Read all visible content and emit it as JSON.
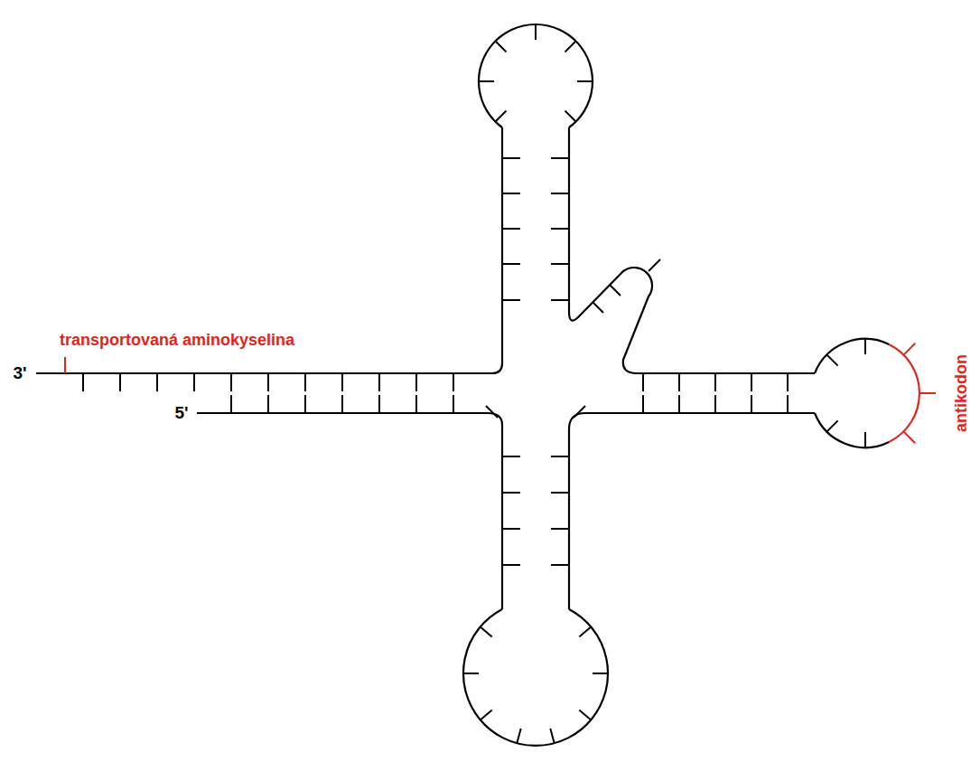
{
  "diagram": {
    "labels": [
      "3'",
      "transportovaná aminokyselina",
      "5'",
      "antikodon"
    ]
  }
}
